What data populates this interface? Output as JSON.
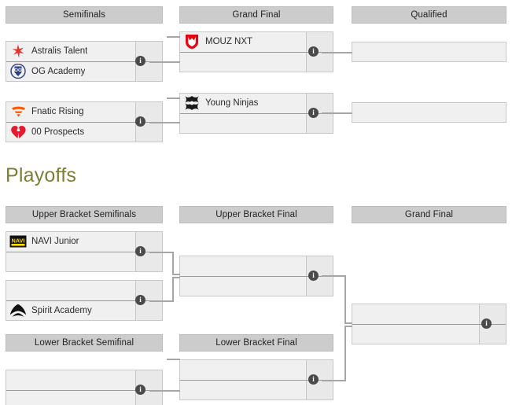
{
  "sections": [
    {
      "id": "top-bracket",
      "title": null,
      "headers": [
        {
          "label": "Semifinals"
        },
        {
          "label": "Grand Final"
        },
        {
          "label": "Qualified"
        }
      ],
      "matches": [
        {
          "id": "sf-1",
          "round": "Semifinals",
          "opponents": [
            {
              "name": "Astralis Talent",
              "logo": "astralis-logo",
              "score": ""
            },
            {
              "name": "OG Academy",
              "logo": "og-logo",
              "score": ""
            }
          ],
          "info": "i"
        },
        {
          "id": "sf-2",
          "round": "Semifinals",
          "opponents": [
            {
              "name": "Fnatic Rising",
              "logo": "fnatic-logo",
              "score": ""
            },
            {
              "name": "00 Prospects",
              "logo": "prospects-logo",
              "score": ""
            }
          ],
          "info": "i"
        },
        {
          "id": "gf-1",
          "round": "Grand Final",
          "opponents": [
            {
              "name": "MOUZ NXT",
              "logo": "mouz-logo",
              "score": ""
            },
            {
              "name": "",
              "logo": "",
              "score": ""
            }
          ],
          "info": "i"
        },
        {
          "id": "gf-2",
          "round": "Grand Final",
          "opponents": [
            {
              "name": "Young Ninjas",
              "logo": "ninjas-logo",
              "score": ""
            },
            {
              "name": "",
              "logo": "",
              "score": ""
            }
          ],
          "info": "i"
        },
        {
          "id": "q-1",
          "round": "Qualified",
          "opponents": [
            {
              "name": "",
              "logo": "",
              "score": ""
            }
          ],
          "info": ""
        },
        {
          "id": "q-2",
          "round": "Qualified",
          "opponents": [
            {
              "name": "",
              "logo": "",
              "score": ""
            }
          ],
          "info": ""
        }
      ]
    },
    {
      "id": "playoffs",
      "title": "Playoffs",
      "headers": [
        {
          "label": "Upper Bracket Semifinals"
        },
        {
          "label": "Upper Bracket Final"
        },
        {
          "label": "Grand Final"
        },
        {
          "label": "Lower Bracket Semifinal"
        },
        {
          "label": "Lower Bracket Final"
        }
      ],
      "matches": [
        {
          "id": "ubsf-1",
          "round": "Upper Bracket Semifinals",
          "opponents": [
            {
              "name": "NAVI Junior",
              "logo": "navi-logo",
              "score": ""
            },
            {
              "name": "",
              "logo": "",
              "score": ""
            }
          ],
          "info": "i"
        },
        {
          "id": "ubsf-2",
          "round": "Upper Bracket Semifinals",
          "opponents": [
            {
              "name": "",
              "logo": "",
              "score": ""
            },
            {
              "name": "Spirit Academy",
              "logo": "spirit-logo",
              "score": ""
            }
          ],
          "info": "i"
        },
        {
          "id": "ubf-1",
          "round": "Upper Bracket Final",
          "opponents": [
            {
              "name": "",
              "logo": "",
              "score": ""
            },
            {
              "name": "",
              "logo": "",
              "score": ""
            }
          ],
          "info": "i"
        },
        {
          "id": "pgf-1",
          "round": "Grand Final",
          "opponents": [
            {
              "name": "",
              "logo": "",
              "score": ""
            },
            {
              "name": "",
              "logo": "",
              "score": ""
            }
          ],
          "info": "i"
        },
        {
          "id": "lbsf-1",
          "round": "Lower Bracket Semifinal",
          "opponents": [
            {
              "name": "",
              "logo": "",
              "score": ""
            },
            {
              "name": "",
              "logo": "",
              "score": ""
            }
          ],
          "info": "i"
        },
        {
          "id": "lbf-1",
          "round": "Lower Bracket Final",
          "opponents": [
            {
              "name": "",
              "logo": "",
              "score": ""
            },
            {
              "name": "",
              "logo": "",
              "score": ""
            }
          ],
          "info": "i"
        }
      ]
    }
  ],
  "colors": {
    "header_bg": "#cccccc",
    "match_bg": "#f0f0f0",
    "score_bg": "#e9e9e9",
    "line": "#a6a6a6",
    "section_title": "#7a7f33",
    "info_badge": "#4a4a4a",
    "astralis_red": "#e5332a",
    "og_blue": "#2c3e84",
    "fnatic_orange": "#ff5900",
    "prospects_red": "#e8192c",
    "mouz_red": "#e30613",
    "navi_yellow": "#ffe000",
    "black": "#111111"
  }
}
